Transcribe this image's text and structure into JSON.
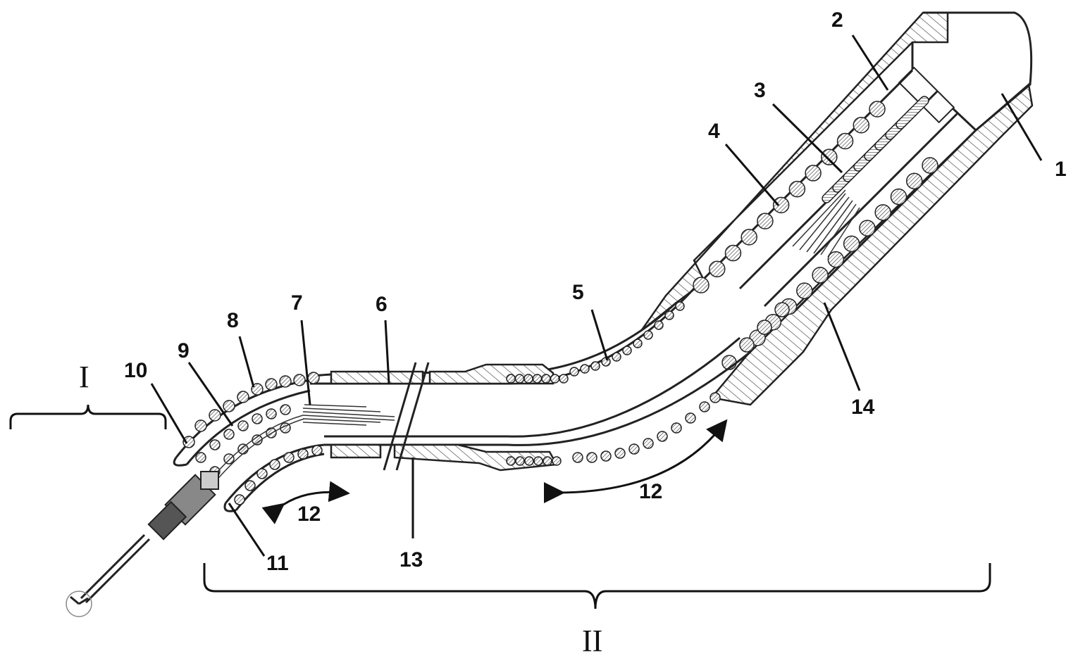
{
  "labels": {
    "l1": "1",
    "l2": "2",
    "l3": "3",
    "l4": "4",
    "l5": "5",
    "l6": "6",
    "l7": "7",
    "l8": "8",
    "l9": "9",
    "l10": "10",
    "l11": "11",
    "l12a": "12",
    "l12b": "12",
    "l13": "13",
    "l14": "14"
  },
  "sections": {
    "section1": "I",
    "section2": "II"
  }
}
